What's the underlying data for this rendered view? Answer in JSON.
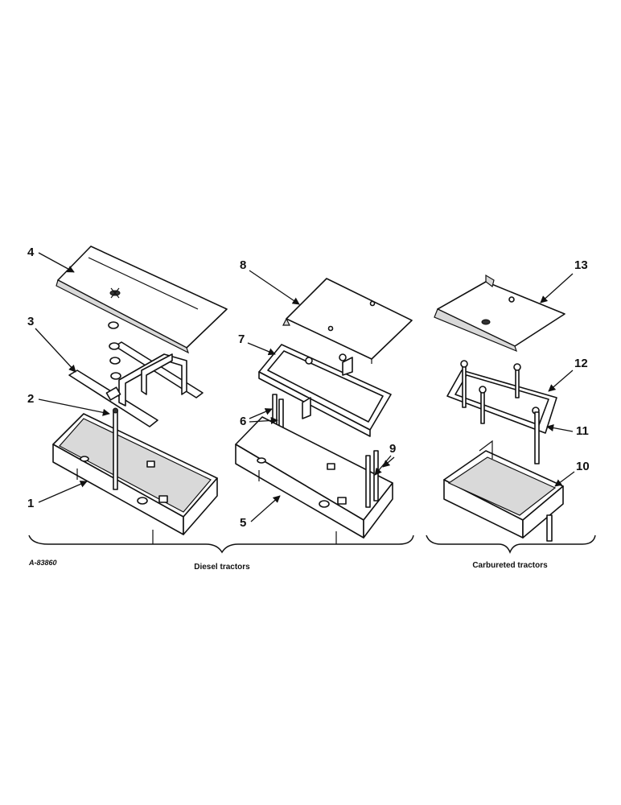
{
  "callouts": {
    "c1": "1",
    "c2": "2",
    "c3": "3",
    "c4": "4",
    "c5": "5",
    "c6": "6",
    "c7": "7",
    "c8": "8",
    "c9": "9",
    "c10": "10",
    "c11": "11",
    "c12": "12",
    "c13": "13"
  },
  "captions": {
    "diesel": "Diesel tractors",
    "carbureted": "Carbureted tractors"
  },
  "reference_code": "A-83860"
}
